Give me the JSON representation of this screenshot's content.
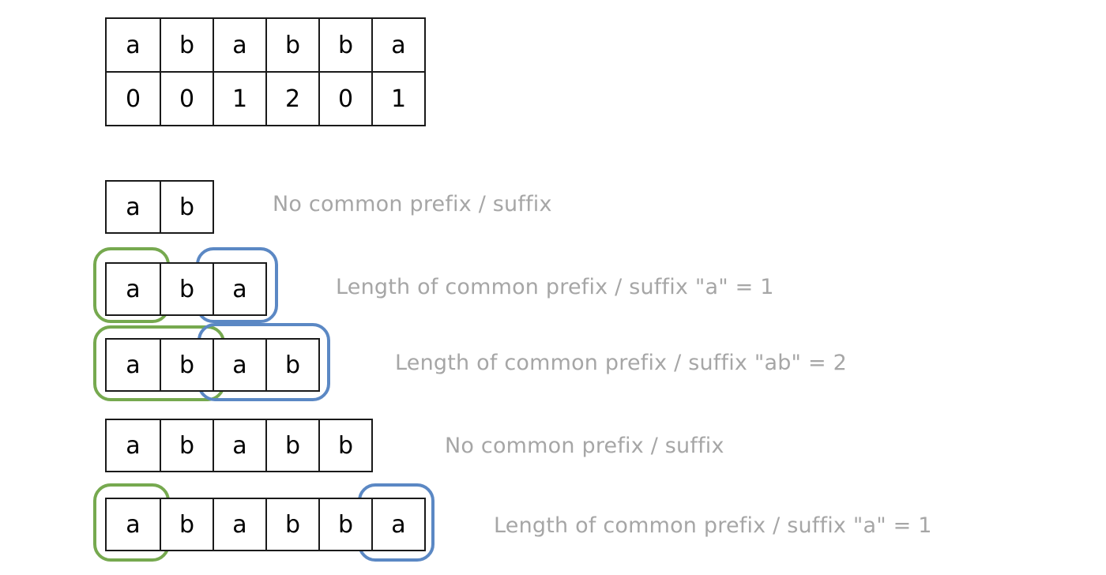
{
  "diagram": {
    "title_text": "",
    "colors": {
      "prefix_highlight": "#76a94f",
      "suffix_highlight": "#5b88c4",
      "cell_border": "#1a1a1a",
      "label_text": "#a6a6a6",
      "background": "#ffffff"
    },
    "prefix_function_table": {
      "letters": [
        "a",
        "b",
        "a",
        "b",
        "b",
        "a"
      ],
      "values": [
        "0",
        "0",
        "1",
        "2",
        "0",
        "1"
      ]
    },
    "examples": [
      {
        "cells": [
          "a",
          "b"
        ],
        "label": "No common prefix / suffix",
        "prefix_len": "0",
        "suffix_len": "0",
        "has_prefix_box": false,
        "has_suffix_box": false
      },
      {
        "cells": [
          "a",
          "b",
          "a"
        ],
        "label": "Length of common prefix / suffix \"a\" = 1",
        "prefix_len": "1",
        "suffix_len": "1",
        "has_prefix_box": true,
        "has_suffix_box": true
      },
      {
        "cells": [
          "a",
          "b",
          "a",
          "b"
        ],
        "label": "Length of common prefix / suffix \"ab\" = 2",
        "prefix_len": "2",
        "suffix_len": "2",
        "has_prefix_box": true,
        "has_suffix_box": true
      },
      {
        "cells": [
          "a",
          "b",
          "a",
          "b",
          "b"
        ],
        "label": "No common prefix / suffix",
        "prefix_len": "0",
        "suffix_len": "0",
        "has_prefix_box": false,
        "has_suffix_box": false
      },
      {
        "cells": [
          "a",
          "b",
          "a",
          "b",
          "b",
          "a"
        ],
        "label": "Length of common prefix / suffix \"a\" = 1",
        "prefix_len": "1",
        "suffix_len": "1",
        "has_prefix_box": true,
        "has_suffix_box": true
      }
    ]
  }
}
